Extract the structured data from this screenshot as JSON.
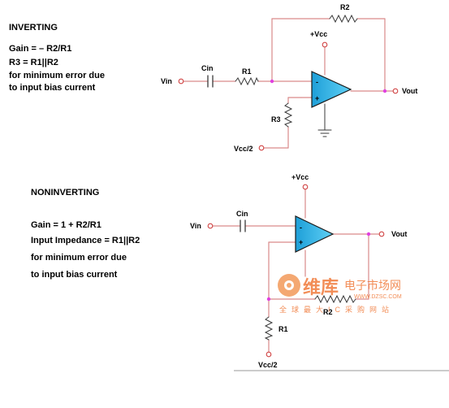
{
  "inverting": {
    "title": "INVERTING",
    "lines": [
      "Gain = – R2/R1",
      "R3 = R1||R2",
      "for minimum error due",
      "to input bias current"
    ],
    "labels": {
      "r2": "R2",
      "vcc": "+Vcc",
      "cin": "Cin",
      "r1": "R1",
      "vin": "Vin",
      "vout": "Vout",
      "r3": "R3",
      "vcc_half": "Vcc/2",
      "minus": "-",
      "plus": "+"
    }
  },
  "noninverting": {
    "title": "NONINVERTING",
    "lines": [
      "Gain = 1 + R2/R1",
      "Input Impedance = R1||R2",
      "for minimum error due",
      "to input bias current"
    ],
    "labels": {
      "vcc": "+Vcc",
      "cin": "Cin",
      "vin": "Vin",
      "vout": "Vout",
      "r2": "R2",
      "r1": "R1",
      "vcc_half": "Vcc/2",
      "minus": "-",
      "plus": "+"
    }
  },
  "watermark": {
    "brand": "维库",
    "subtitle": "电子市场网",
    "url": "WWW.DZSC.COM",
    "slogan": "全球最大IC采购网站"
  },
  "colors": {
    "wire": "#d98a8a",
    "component": "#3a3a3a",
    "opamp_fill": "#2db0e6",
    "node": "#e040e0",
    "watermark": "#f07a3a"
  }
}
